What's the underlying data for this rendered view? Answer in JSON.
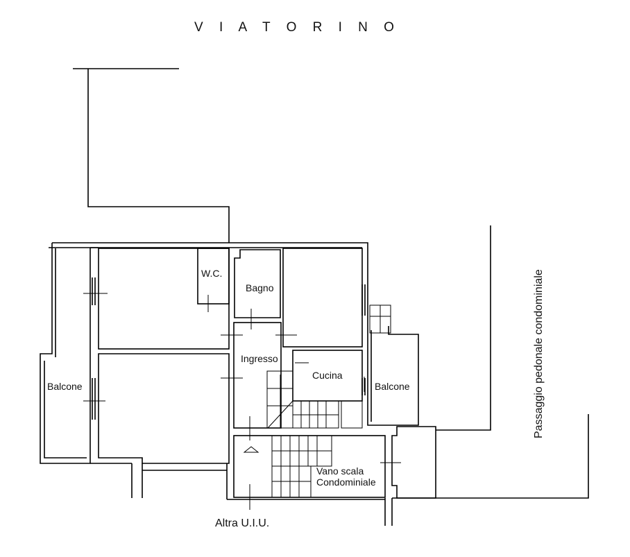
{
  "title": "V I A T O R I N O",
  "side_label": "Passaggio pedonale condominiale",
  "bottom_label": "Altra U.I.U.",
  "rooms": {
    "wc": "W.C.",
    "bagno": "Bagno",
    "ingresso": "Ingresso",
    "cucina": "Cucina",
    "balcone_left": "Balcone",
    "balcone_right": "Balcone",
    "vano_scala_1": "Vano scala",
    "vano_scala_2": "Condominiale"
  }
}
